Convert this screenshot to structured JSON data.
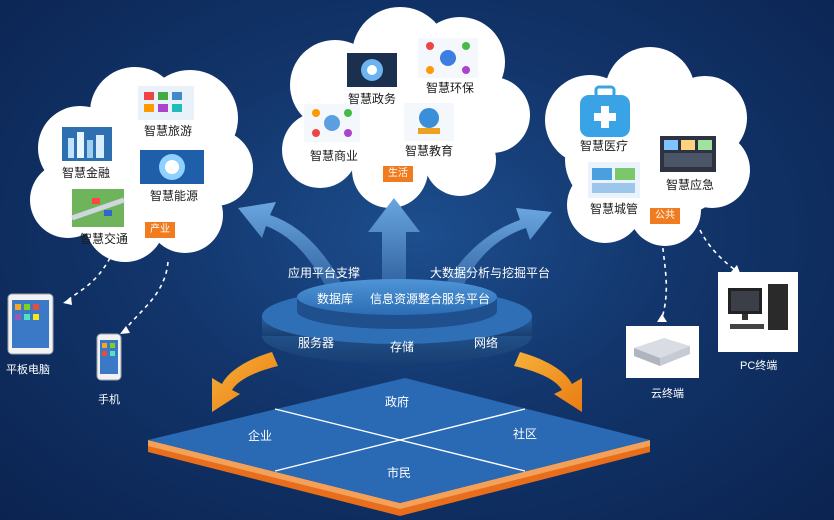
{
  "clouds": {
    "industry": {
      "tag": "产业",
      "items": [
        "智慧金融",
        "智慧旅游",
        "智慧能源",
        "智慧交通"
      ]
    },
    "life": {
      "tag": "生活",
      "items": [
        "智慧政务",
        "智慧环保",
        "智慧商业",
        "智慧教育"
      ]
    },
    "public": {
      "tag": "公共",
      "items": [
        "智慧医疗",
        "智慧应急",
        "智慧城管"
      ]
    }
  },
  "platform": {
    "left_caption": "应用平台支撑",
    "right_caption": "大数据分析与挖掘平台",
    "top_layer": [
      "数据库",
      "信息资源整合服务平台"
    ],
    "bottom_layer": [
      "服务器",
      "存储",
      "网络"
    ]
  },
  "base": {
    "top": "政府",
    "left": "企业",
    "right": "社区",
    "bottom": "市民"
  },
  "devices": {
    "tablet": "平板电脑",
    "phone": "手机",
    "cloud_terminal": "云终端",
    "pc_terminal": "PC终端"
  },
  "colors": {
    "background": "#12356b",
    "arrow_blue": "#3f7fc6",
    "arrow_orange": "#f0901e",
    "tag_orange": "#f07c1f",
    "base_blue": "#2a69b4"
  }
}
